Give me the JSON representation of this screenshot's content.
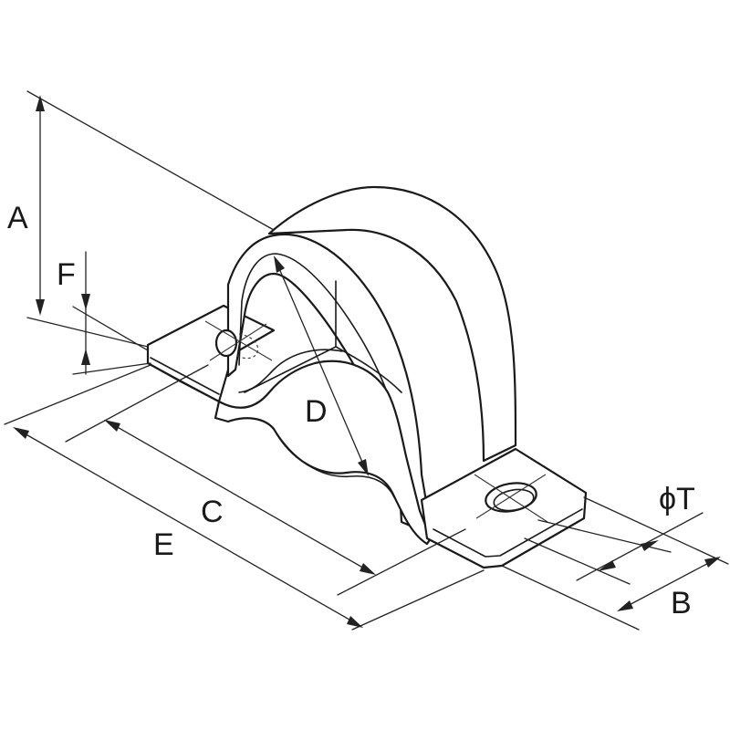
{
  "labels": {
    "a": "A",
    "b": "B",
    "c": "C",
    "d": "D",
    "e": "E",
    "f": "F",
    "t": "ϕT"
  },
  "colors": {
    "ink": "#1a1a1a",
    "background": "#ffffff"
  }
}
